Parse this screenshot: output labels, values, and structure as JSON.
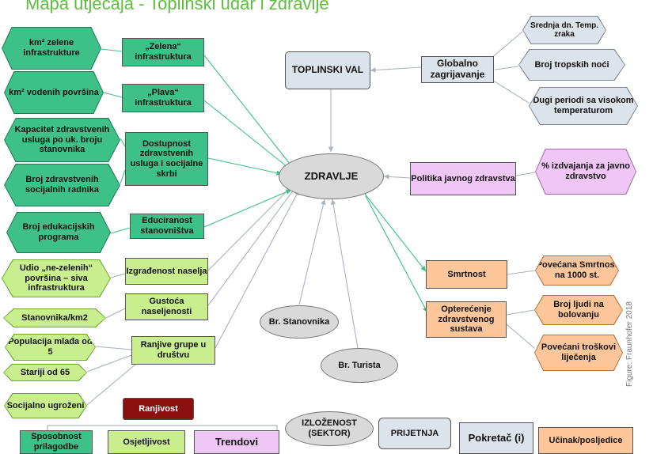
{
  "title": "Mapa utjecaja - Toplinski udar i zdravlje",
  "figure_credit": "Figure: Fraunhofer 2018",
  "nodes": {
    "toplinski_val": "TOPLINSKI VAL",
    "globalno": "Globalno zagrijavanje",
    "srednja": "Srednja dn. Temp. zraka",
    "tropski": "Broj tropskih noći",
    "dugi": "Dugi periodi sa visokom temperaturom",
    "zdravlje": "ZDRAVLJE",
    "km_zelene": "km² zelene infrastrukture",
    "zelena": "„Zelena“ infrastruktura",
    "km_vodenih": "km² vodenih površina",
    "plava": "„Plava“ infrastruktura",
    "kapacitet": "Kapacitet zdravstvenih usluga po uk. broju stanovnika",
    "broj_soc": "Broj zdravstvenih socijalnih radnika",
    "dostupnost": "Dostupnost zdravstvenih usluga i socijalne skrbi",
    "broj_edu": "Broj edukacijskih programa",
    "educiranost": "Educiranost stanovništva",
    "udio": "Udio „ne-zelenih“ površina – siva infrastruktura",
    "izgradenost": "Izgrađenost naselja",
    "stanovnika_km2": "Stanovnika/km2",
    "gustoca": "Gustoća naseljenosti",
    "populacija": "Populacija mlađa od 5",
    "stariji": "Stariji od 65",
    "ranjive": "Ranjive grupe u društvu",
    "socijalno": "Socijalno ugroženi",
    "br_stanovnika": "Br. Stanovnika",
    "br_turista": "Br. Turista",
    "politika": "Politika javnog zdravstva",
    "izdvajanja": "% izdvajanja za javno zdravstvo",
    "smrtnost": "Smrtnost",
    "povecana": "Povećana Smrtnost na 1000 st.",
    "opterecenje": "Opterećenje zdravstvenog sustava",
    "bolovanje": "Broj ljudi na bolovanju",
    "troskovi": "Povećani troškovi liječenja"
  },
  "legend": {
    "ranjivost": "Ranjivost",
    "sposobnost": "Sposobnost prilagodbe",
    "osjetljivost": "Osjetljivost",
    "trendovi": "Trendovi",
    "izlozenost": "IZLOŽENOST (SEKTOR)",
    "prijetnja": "PRIJETNJA",
    "pokretac": "Pokretač (i)",
    "ucinak": "Učinak/posljedice"
  },
  "colors": {
    "green": "#3ec089",
    "light_green": "#c9ee8e",
    "gray": "#dde3ea",
    "pink": "#f0c6f7",
    "orange": "#fcc59a",
    "ranjivost": "#8b0f0f",
    "title": "#5cbf3b"
  }
}
